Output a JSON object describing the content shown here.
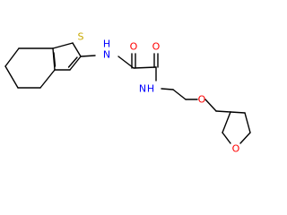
{
  "molecule": {
    "colors": {
      "background": "#ffffff",
      "bond": "#000000",
      "S": "#c8a800",
      "N": "#0000ff",
      "O": "#ff0000"
    },
    "atoms": {
      "S": "S",
      "NH_left": "N",
      "NH_left_h": "H",
      "O_top_left": "O",
      "O_top_right": "O",
      "NH_right": "N",
      "NH_right_h": "H",
      "O_ether": "O",
      "O_ring": "O"
    }
  }
}
